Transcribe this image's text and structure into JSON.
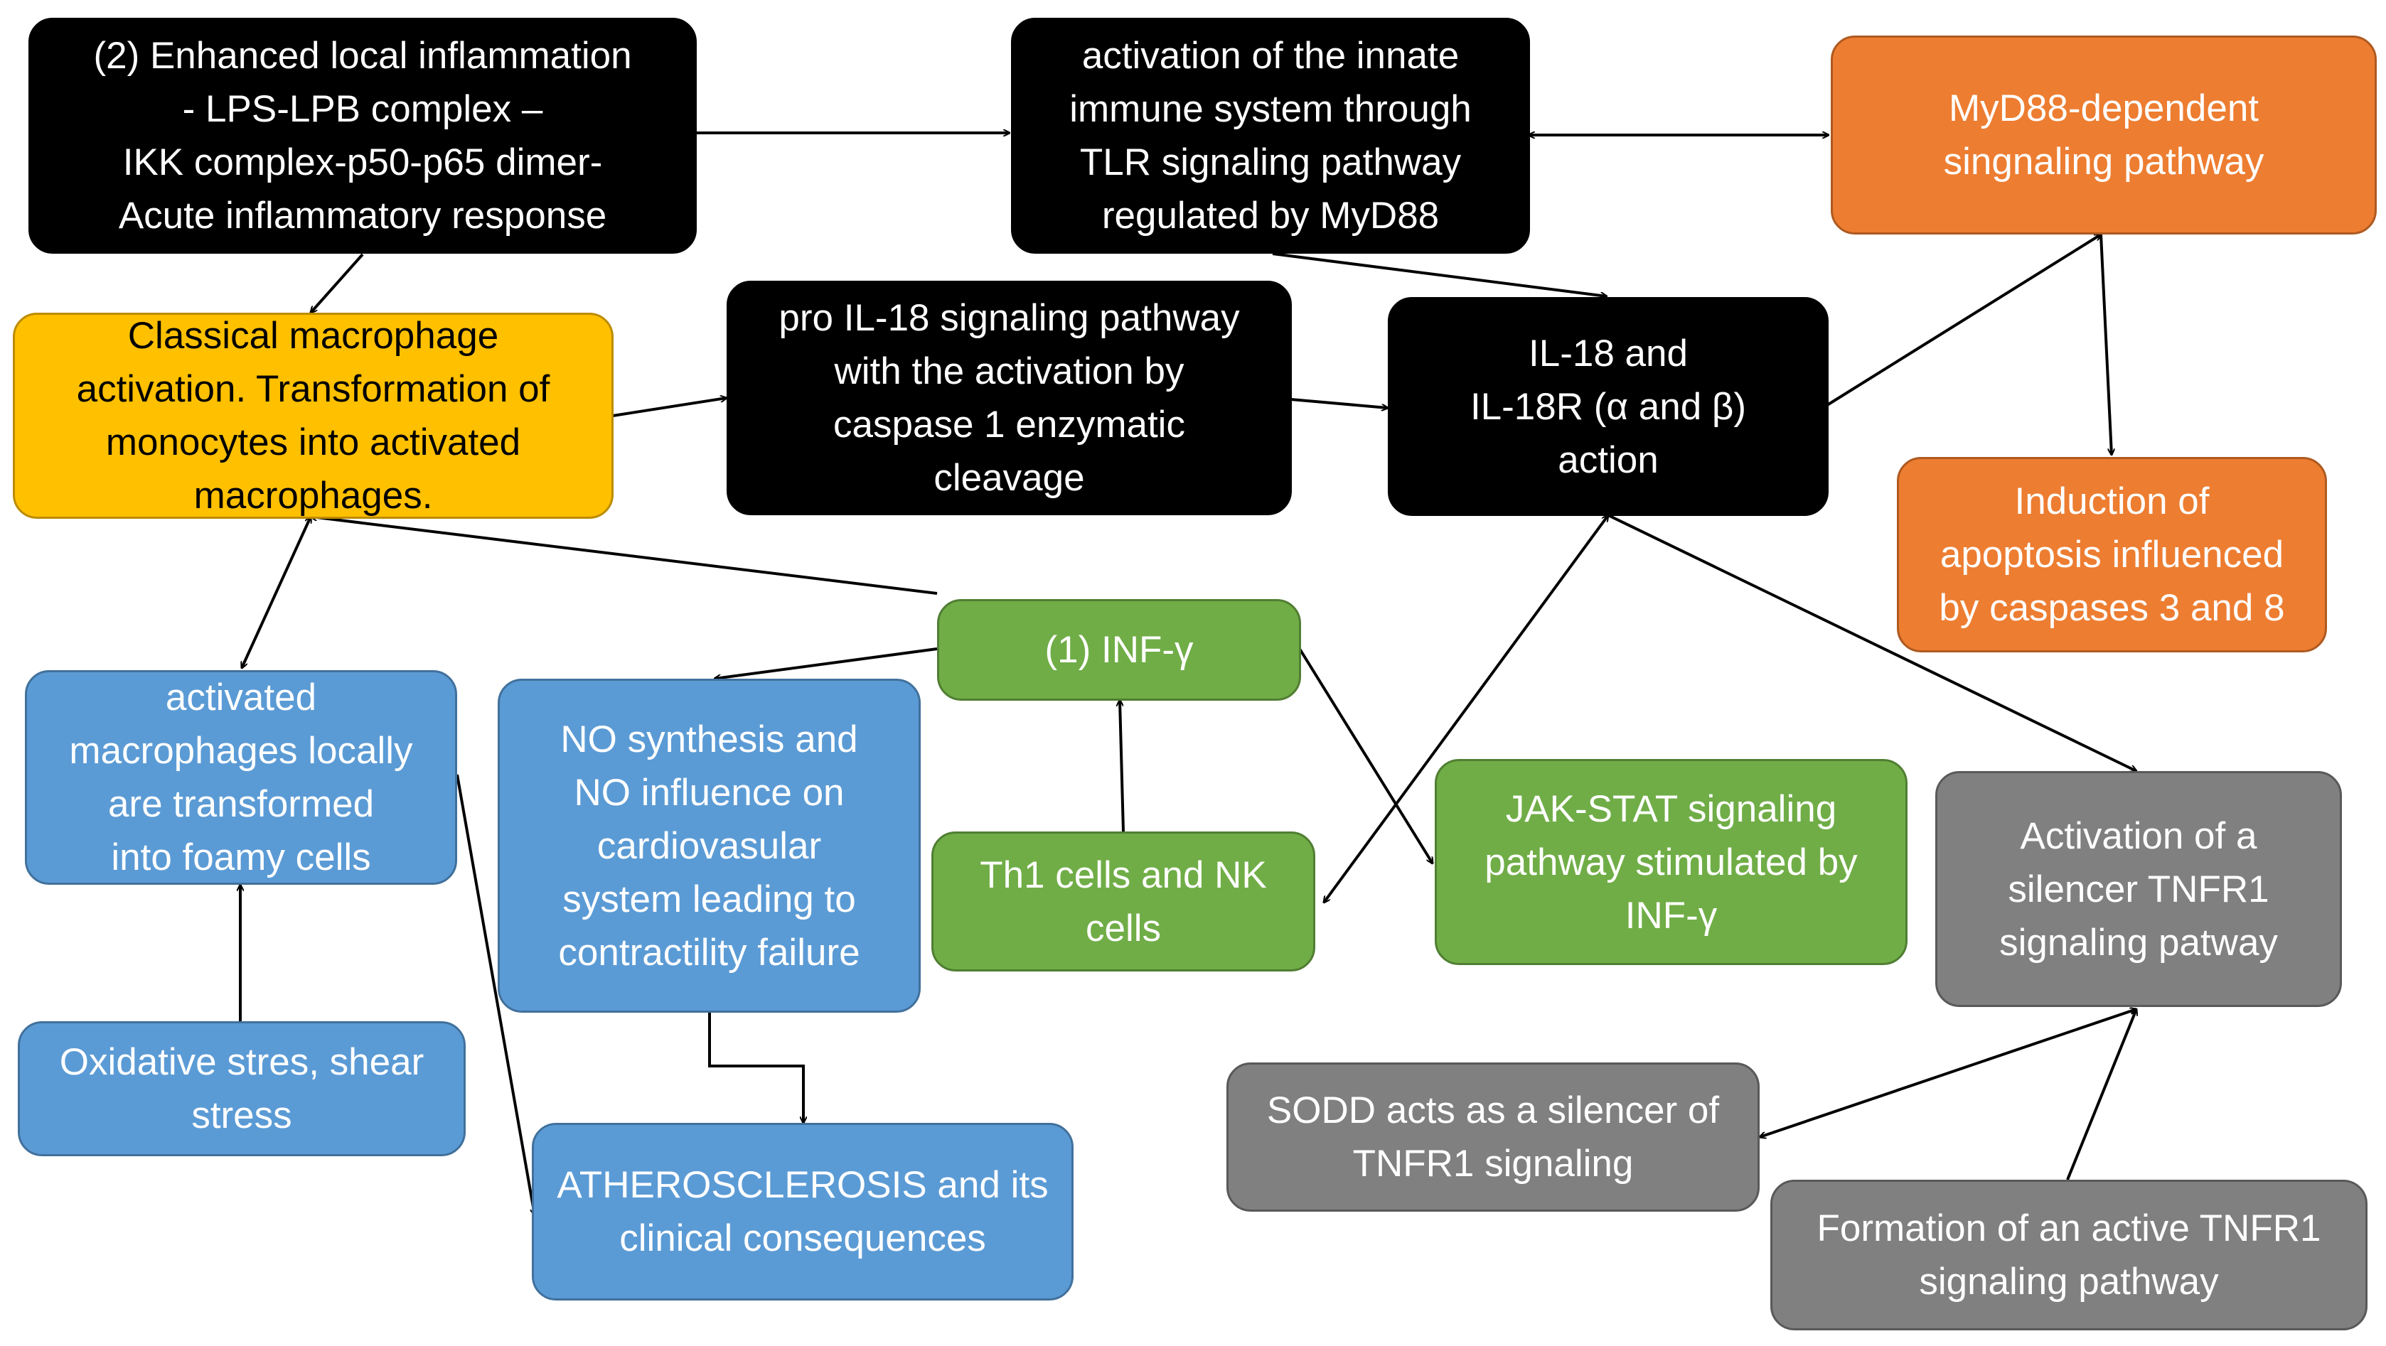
{
  "colors": {
    "black": "#000000",
    "orange": "#ED7D31",
    "yellow": "#FFC000",
    "blue": "#5B9BD5",
    "green": "#70AD47",
    "gray": "#808080",
    "arrow": "#000000"
  },
  "nodes": {
    "enhanced_inflammation": "(2) Enhanced local inflammation\n-  LPS-LPB complex –\nIKK complex-p50-p65 dimer-\nAcute inflammatory response",
    "innate_immune_activation": "activation of the innate\nimmune system through\nTLR signaling pathway\nregulated by MyD88",
    "myd88_pathway": "MyD88-dependent\nsingnaling pathway",
    "classical_macrophage": "Classical macrophage\nactivation. Transformation of\nmonocytes into activated\nmacrophages.",
    "pro_il18": "pro IL-18 signaling pathway\nwith the activation by\ncaspase 1 enzymatic\ncleavage",
    "il18_action": "IL-18 and\nIL-18R (α and β)\naction",
    "apoptosis": "Induction of\napoptosis influenced\nby caspases 3 and 8",
    "inf_gamma": "(1) INF-γ",
    "foamy_cells": "activated\nmacrophages locally\nare transformed\ninto foamy cells",
    "no_synthesis": "NO synthesis and\nNO influence  on\ncardiovasular\nsystem  leading to\ncontractility failure",
    "th1_nk": "Th1 cells and NK\ncells",
    "jak_stat": "JAK-STAT signaling\npathway stimulated by\nINF-γ",
    "silencer_tnfr1": "Activation of a\nsilencer TNFR1\nsignaling patway",
    "oxidative_stress": "Oxidative stres, shear\nstress",
    "sodd": "SODD acts as a silencer of\nTNFR1 signaling",
    "atherosclerosis": "ATHEROSCLEROSIS and its\nclinical consequences",
    "active_tnfr1": "Formation of an active TNFR1\nsignaling pathway"
  }
}
